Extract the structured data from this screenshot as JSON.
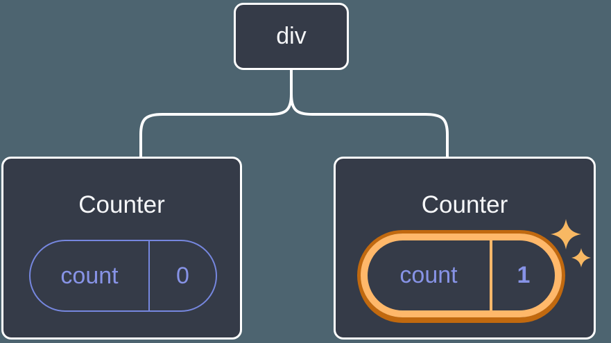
{
  "diagram": {
    "background_color": "#4D6470",
    "node_fill_color": "#353B48",
    "node_border_color": "#FFFFFF",
    "connector_color": "#FFFFFF",
    "accent_purple_text": "#8793E6",
    "pill_border_purple": "#7687DF",
    "root": {
      "label": "div"
    },
    "children": [
      {
        "title": "Counter",
        "state_key": "count",
        "state_value": "0",
        "highlighted": false
      },
      {
        "title": "Counter",
        "state_key": "count",
        "state_value": "1",
        "highlighted": true
      }
    ],
    "highlight": {
      "ring_outer_color": "#C1690F",
      "ring_inner_color": "#FFB86A",
      "sparkle_color": "#F8B863"
    }
  }
}
